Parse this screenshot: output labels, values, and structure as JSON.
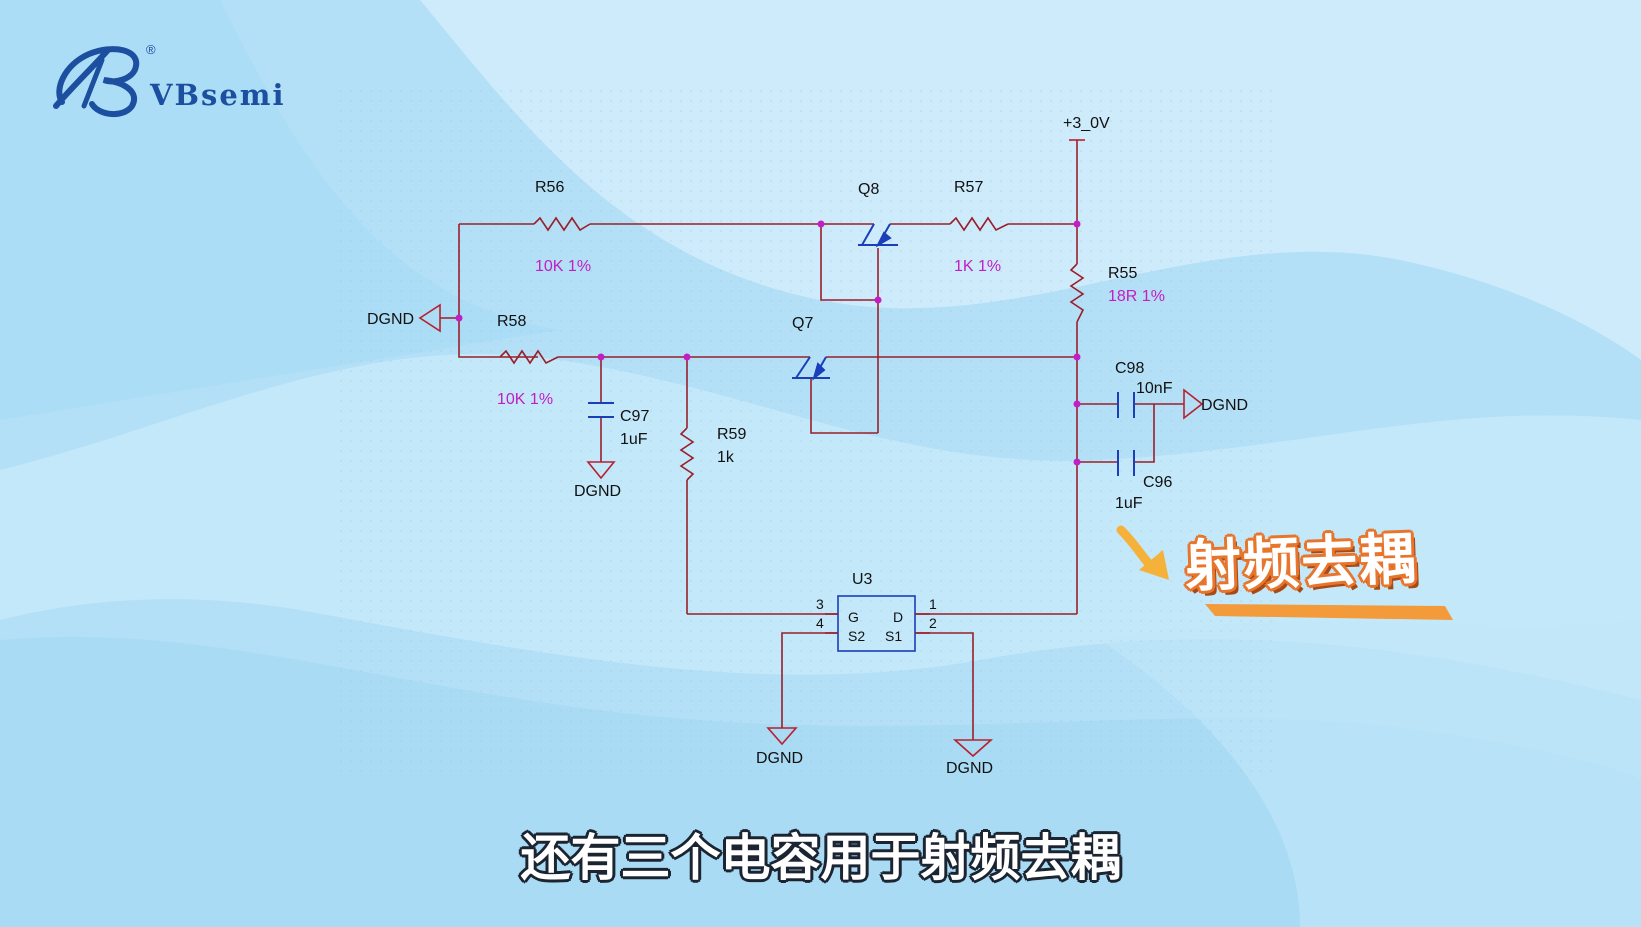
{
  "brand": {
    "name": "VBsemi",
    "registered": "®"
  },
  "schematic": {
    "power": "+3_0V",
    "ground_label": "DGND",
    "components": {
      "R56": {
        "ref": "R56",
        "value": "10K 1%"
      },
      "R57": {
        "ref": "R57",
        "value": "1K 1%"
      },
      "R55": {
        "ref": "R55",
        "value": "18R  1%"
      },
      "R58": {
        "ref": "R58",
        "value": "10K 1%"
      },
      "R59": {
        "ref": "R59",
        "value": "1k"
      },
      "C97": {
        "ref": "C97",
        "value": "1uF"
      },
      "C98": {
        "ref": "C98",
        "value": "10nF"
      },
      "C96": {
        "ref": "C96",
        "value": "1uF"
      },
      "Q8": {
        "ref": "Q8"
      },
      "Q7": {
        "ref": "Q7"
      },
      "U3": {
        "ref": "U3",
        "pins": [
          "3",
          "4",
          "1",
          "2"
        ],
        "pin_names": [
          "G",
          "S2",
          "D",
          "S1"
        ]
      }
    }
  },
  "callout": {
    "text": "射频去耦"
  },
  "subtitle": {
    "text": "还有三个电容用于射频去耦"
  },
  "colors": {
    "wire": "#9a1f2a",
    "junction": "#c21ec2",
    "transistor": "#1a3fb8",
    "label_value": "#c21ec2",
    "callout_accent": "#f39a3a"
  }
}
